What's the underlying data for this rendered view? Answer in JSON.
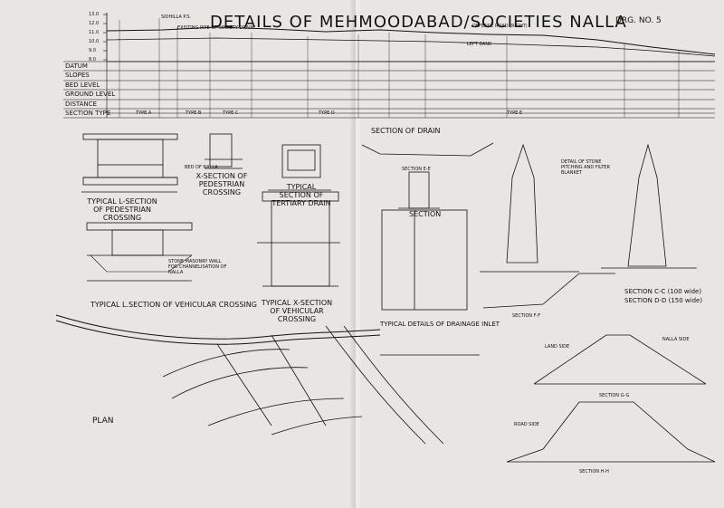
{
  "title": "DETAILS OF MEHMOODABAD/SOCIETIES NALLA",
  "drawing_no": "DRG. NO. 5",
  "profile": {
    "y_ticks": [
      "13.0",
      "12.0",
      "11.0",
      "10.0",
      "9.0",
      "8.0"
    ],
    "row_labels": [
      "DATUM",
      "SLOPES",
      "BED LEVEL",
      "GROUND LEVEL",
      "DISTANCE",
      "SECTION TYPE"
    ],
    "notes": [
      "SIDHILLA P.S.",
      "EXISTING PIPE OF SOCIETY DRAIN",
      "DEFENCE ROAD (RIGHT)",
      "LEFT BANK"
    ],
    "section_types": [
      "TYPE A",
      "TYPE B",
      "TYPE C",
      "TYPE D",
      "TYPE E"
    ]
  },
  "sections": {
    "pedestrian_l": "TYPICAL L-SECTION OF PEDESTRIAN CROSSING",
    "pedestrian_x": "X-SECTION OF PEDESTRIAN CROSSING",
    "tertiary": "TYPICAL SECTION OF TERTIARY DRAIN",
    "drain": "SECTION OF DRAIN",
    "section_ee": "SECTION E-E",
    "section": "SECTION",
    "vehicular_l": "TYPICAL L.SECTION OF VEHICULAR CROSSING",
    "vehicular_x": "TYPICAL X-SECTION OF VEHICULAR CROSSING",
    "drainage_inlet": "TYPICAL DETAILS OF DRAINAGE INLET",
    "plan": "PLAN",
    "section_cc": "SECTION C-C (100 wide)",
    "section_dd": "SECTION D-D (150 wide)",
    "section_ff": "SECTION F-F",
    "section_gg": "SECTION G-G",
    "section_hh": "SECTION H-H",
    "stone_pitching": "DETAIL OF STONE PITCHING AND FILTER BLANKET",
    "stone_masonry": "STONE MASONRY WALL FOR CHANNELISATION OF NALLA",
    "bed_of_nalla": "BED OF NALLA",
    "land_side": "LAND SIDE",
    "nalla_side": "NALLA SIDE",
    "road_side": "ROAD SIDE"
  }
}
